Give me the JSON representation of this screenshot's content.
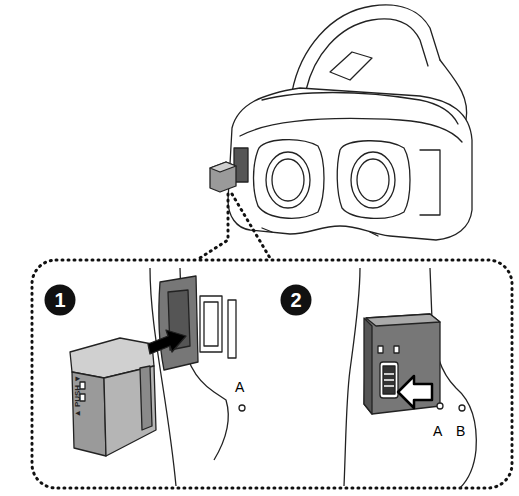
{
  "diagram": {
    "nodes": [
      {
        "text": [
          "1"
        ]
      },
      {
        "text": [
          "2"
        ]
      }
    ],
    "edges": [],
    "labels": [
      "▲ PUSH ▼",
      "A",
      "A",
      "B"
    ]
  }
}
